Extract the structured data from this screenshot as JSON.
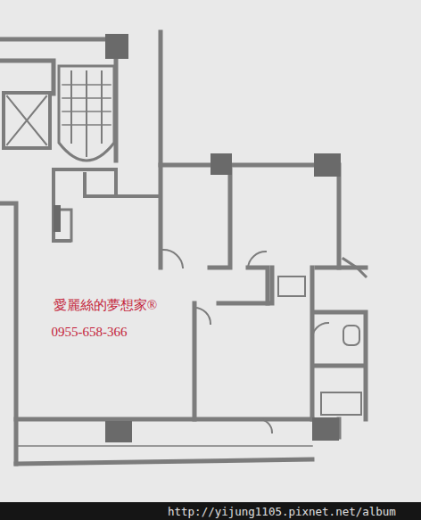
{
  "diagram": {
    "labels": [
      "愛麗絲的夢想家®",
      "0955-658-366",
      "http://yijung1105.pixnet.net/album"
    ]
  }
}
